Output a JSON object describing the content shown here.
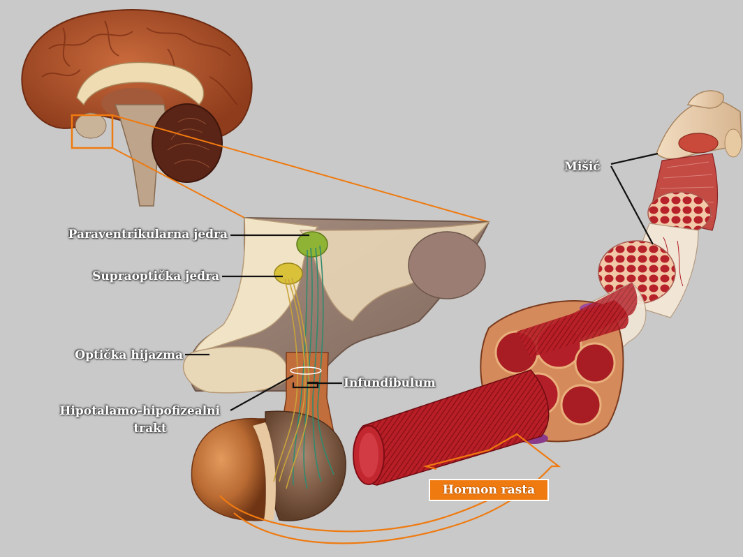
{
  "labels": {
    "paraventricular": "Paraventrikularna jedra",
    "supraoptic": "Supraoptička jedra",
    "optic_chiasm": "Optička hijazma",
    "tract_line1": "Hipotalamo-hipofizealni",
    "tract_line2": "trakt",
    "infundibulum": "Infundibulum",
    "muscle": "Mišić"
  },
  "callout": {
    "hormone": "Hormon rasta"
  },
  "colors": {
    "background": "#c9c9c9",
    "accent_orange": "#ef7a10",
    "brain": "#b3552d",
    "muscle_red": "#b51c22",
    "nucleus_green": "#8fb334",
    "nucleus_yellow": "#d9c23a"
  }
}
